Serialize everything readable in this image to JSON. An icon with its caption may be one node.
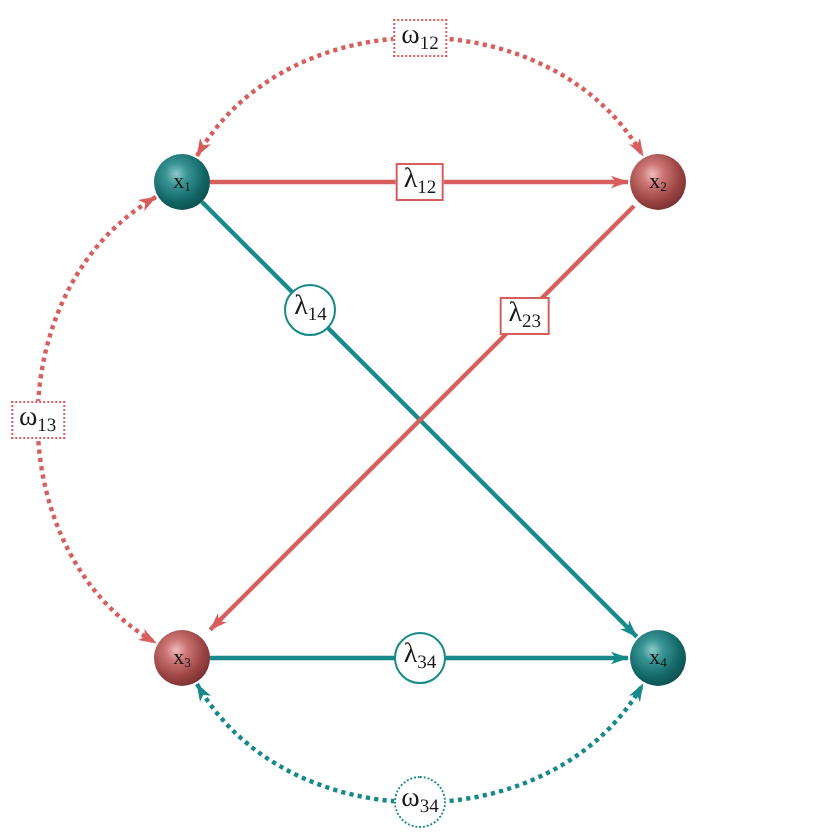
{
  "diagram": {
    "nodes": [
      {
        "text": [
          "x$_{1}$"
        ]
      },
      {
        "text": [
          "x$_{2}$"
        ]
      },
      {
        "text": [
          "x$_{3}$"
        ]
      },
      {
        "text": [
          "x$_{4}$"
        ]
      }
    ],
    "edges": [
      {
        "from": 0,
        "to": 1,
        "arrow": "both",
        "label": "ω$_{12}$",
        "style": "dashed"
      },
      {
        "from": 0,
        "to": 1,
        "arrow": "to",
        "label": "λ$_{12}$"
      },
      {
        "from": 0,
        "to": 2,
        "arrow": "both",
        "label": "ω$_{13}$",
        "style": "dashed"
      },
      {
        "from": 0,
        "to": 3,
        "arrow": "to",
        "label": "λ$_{14}$",
        "color": "#17898a"
      },
      {
        "from": 1,
        "to": 2,
        "arrow": "to",
        "label": "λ$_{23}$"
      },
      {
        "from": 2,
        "to": 3,
        "arrow": "to",
        "label": "λ$_{34}$",
        "color": "#17898a"
      },
      {
        "from": 2,
        "to": 3,
        "arrow": "both",
        "label": "ω$_{34}$",
        "style": "dashed",
        "color": "#17898a"
      }
    ]
  }
}
